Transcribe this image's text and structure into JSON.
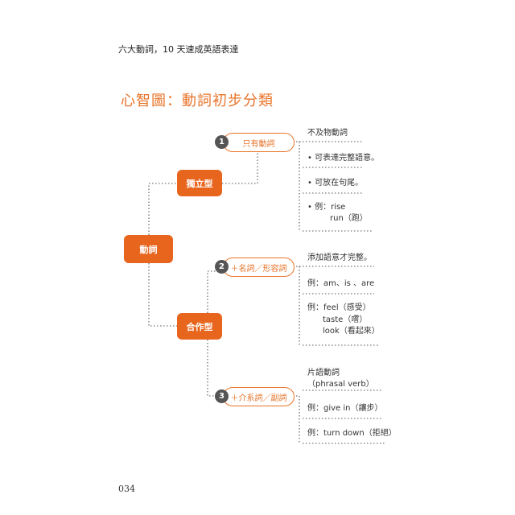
{
  "header": {
    "running_title": "六大動詞，10 天速成英語表達"
  },
  "section_title": "心智圖：動詞初步分類",
  "root": {
    "label": "動詞"
  },
  "types": [
    {
      "label": "獨立型"
    },
    {
      "label": "合作型"
    }
  ],
  "branches": [
    {
      "number": "1",
      "label": "只有動詞",
      "heading": "不及物動詞",
      "notes": [
        [
          "•  可表達完整語意。"
        ],
        [
          "•  可放在句尾。"
        ],
        [
          "•  例：rise",
          "run（跑）"
        ]
      ]
    },
    {
      "number": "2",
      "label": "＋名詞／形容詞",
      "heading": "添加語意才完整。",
      "notes": [
        [
          "例：am、is 、are"
        ],
        [
          "例：feel（感受）",
          "taste（嚐）",
          "look（看起來）"
        ]
      ]
    },
    {
      "number": "3",
      "label": "＋介系詞／副詞",
      "heading": [
        "片語動詞",
        "（phrasal verb）"
      ],
      "notes": [
        [
          "例：give in（讓步）"
        ],
        [
          "例：turn down（拒絕）"
        ]
      ]
    }
  ],
  "footer": {
    "page_number": "034"
  },
  "colors": {
    "accent": "#e8651e",
    "pill_border": "#e8742a",
    "badge": "#555555"
  }
}
